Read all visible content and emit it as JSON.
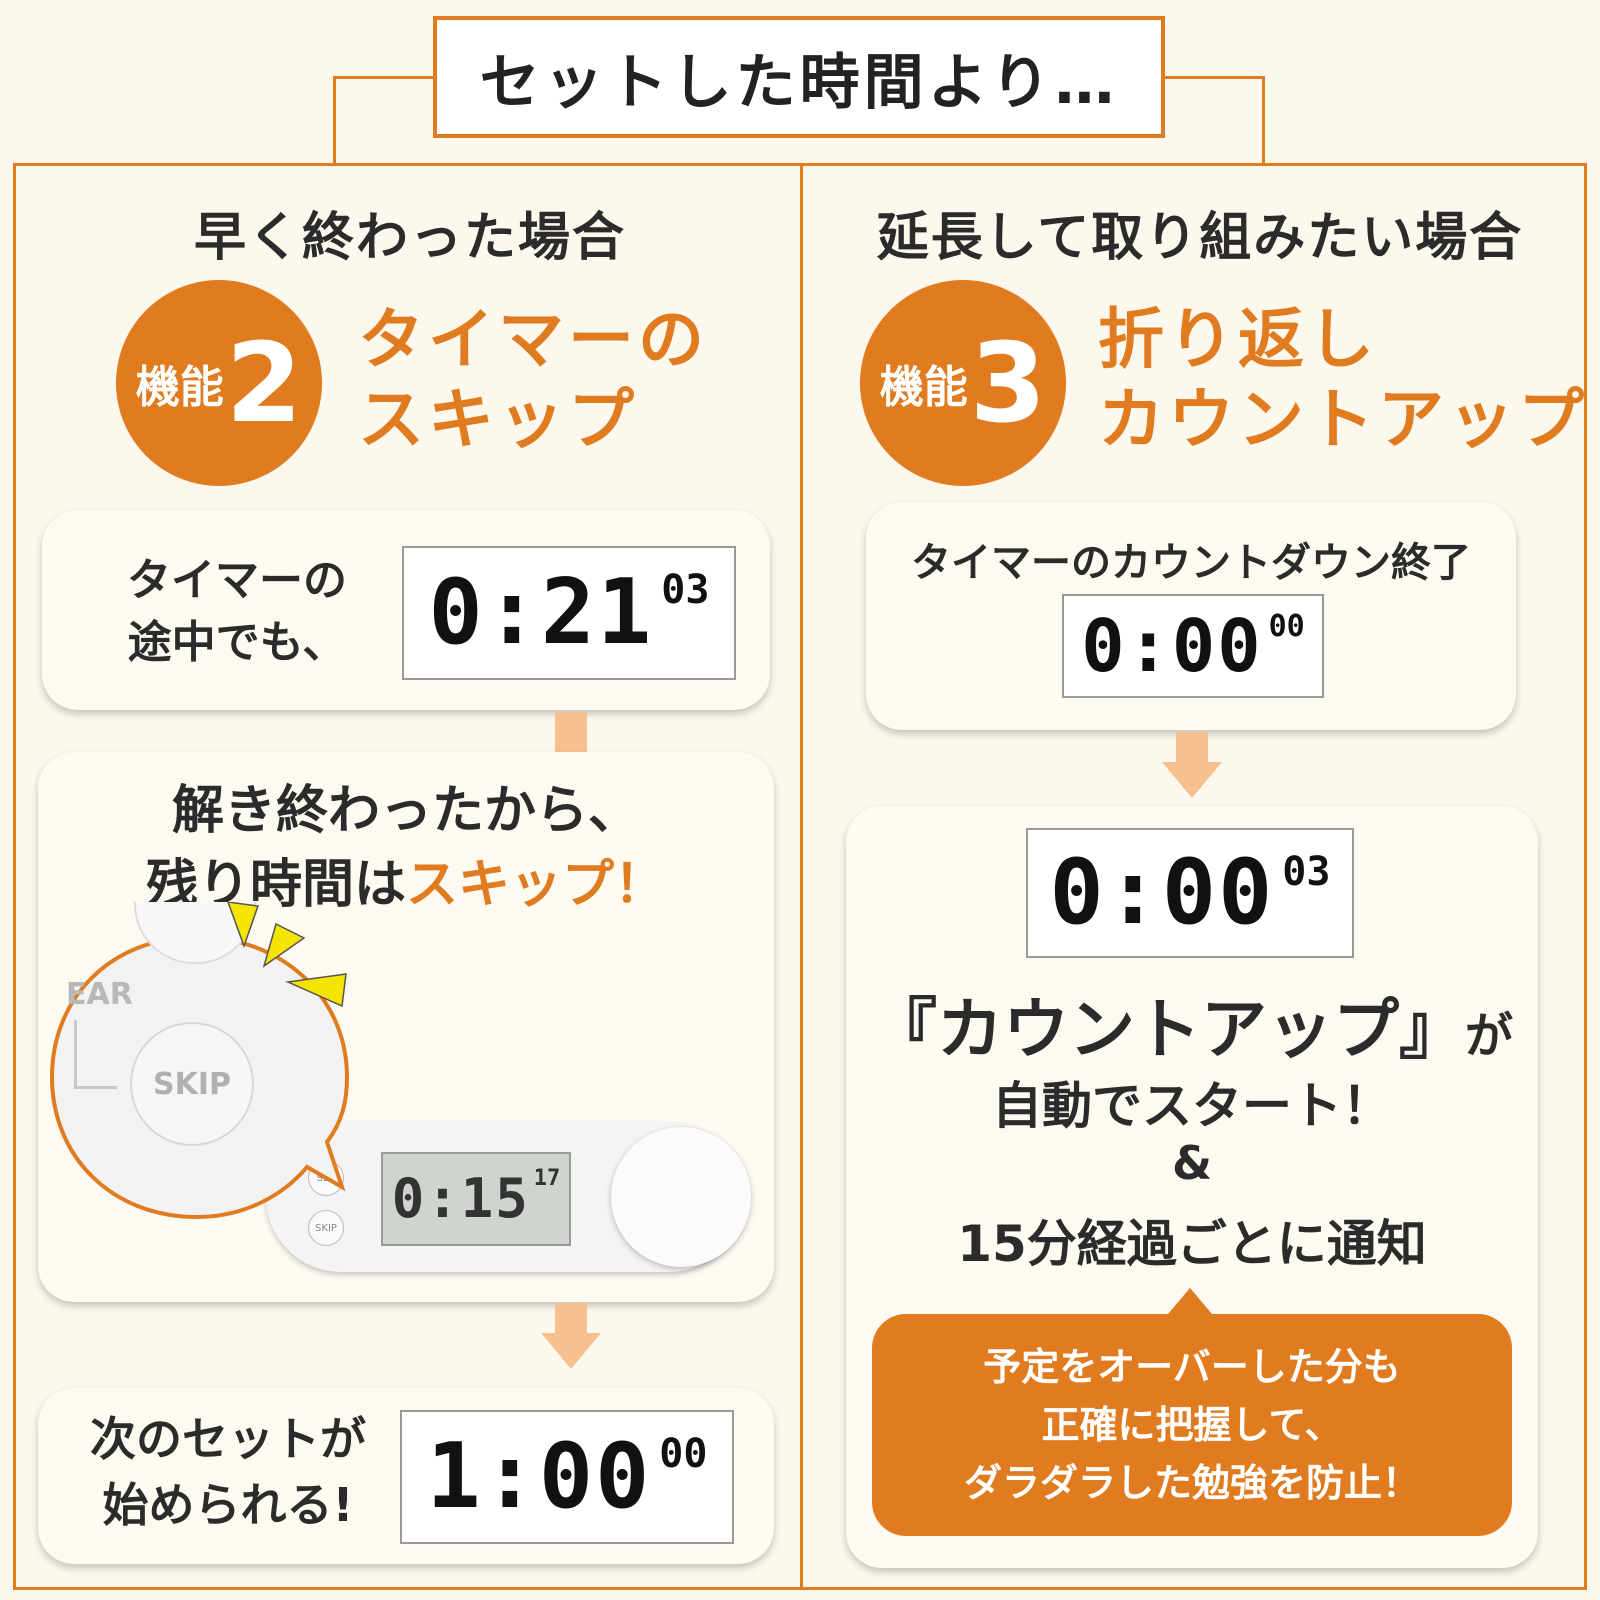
{
  "header": {
    "title": "セットした時間より…"
  },
  "left": {
    "heading": "早く終わった場合",
    "badge": {
      "label": "機能",
      "number": "2"
    },
    "feature_title_line1": "タイマーの",
    "feature_title_line2": "スキップ",
    "card1": {
      "text_line1": "タイマーの",
      "text_line2": "途中でも、",
      "lcd_main": "0:21",
      "lcd_sec": "03"
    },
    "card2": {
      "text_line1": "解き終わったから、",
      "text_line2_a": "残り時間は",
      "text_line2_b": "スキップ！",
      "zoom_clear": "EAR",
      "zoom_skip": "SKIP",
      "device_set": "SET",
      "device_skip": "SKIP",
      "device_lcd_main": "0:15",
      "device_lcd_sec": "17"
    },
    "card3": {
      "text_line1": "次のセットが",
      "text_line2": "始められる!",
      "lcd_main": "1:00",
      "lcd_sec": "00"
    }
  },
  "right": {
    "heading": "延長して取り組みたい場合",
    "badge": {
      "label": "機能",
      "number": "3"
    },
    "feature_title_line1": "折り返し",
    "feature_title_line2": "カウントアップ",
    "card1": {
      "text": "タイマーのカウントダウン終了",
      "lcd_main": "0:00",
      "lcd_sec": "00"
    },
    "card2": {
      "lcd_main": "0:00",
      "lcd_sec": "03",
      "line1_a": "『カウントアップ』",
      "line1_b": "が",
      "line2": "自動でスタート！",
      "line3": "&",
      "line4": "15分経過ごとに通知",
      "note_line1": "予定をオーバーした分も",
      "note_line2": "正確に把握して、",
      "note_line3": "ダラダラした勉強を防止！"
    }
  },
  "colors": {
    "accent": "#e07b1f",
    "arrow": "#f6c08f",
    "background": "#fdf8ee",
    "flash": "#f5e400"
  }
}
